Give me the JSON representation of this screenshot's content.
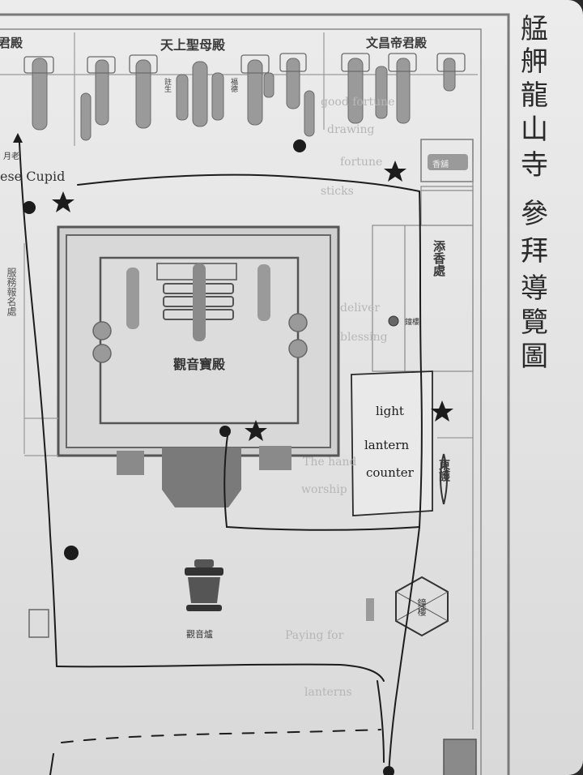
{
  "title": {
    "chars": [
      "艋",
      "舺",
      "龍",
      "山",
      "寺",
      "參",
      "拜",
      "導",
      "覽",
      "圖"
    ]
  },
  "halls": {
    "left_partial": "君殿",
    "mazu": "天上聖母殿",
    "wenchang": "文昌帝君殿",
    "main_hall": "觀音寶殿",
    "incense_office": "添香處",
    "east_wing": "東護",
    "censer": "觀音爐",
    "side_left": "月老",
    "side_left_vertical": "服務報名處",
    "small_label_a": "註生",
    "small_label_b": "福德",
    "pavilion": "鐘樓",
    "small_building": "香舖",
    "hexagon_label": "鐘樓"
  },
  "annotations": {
    "cupid": "ese Cupid",
    "light_box": [
      "light",
      "lantern",
      "counter"
    ]
  },
  "faint_text": {
    "fortune_1": "good fortune",
    "fortune_2": "drawing",
    "fortune_3": "fortune",
    "fortune_4": "sticks",
    "deliver": "deliver",
    "blessing": "blessing",
    "the_hand": "The hand",
    "worship": "worship",
    "paying_for": "Paying for",
    "lanterns": "lanterns"
  },
  "colors": {
    "paper": "#e6e6e6",
    "ink": "#1c1c1c",
    "line": "#555555",
    "fill_dark": "#6e6e6e"
  }
}
